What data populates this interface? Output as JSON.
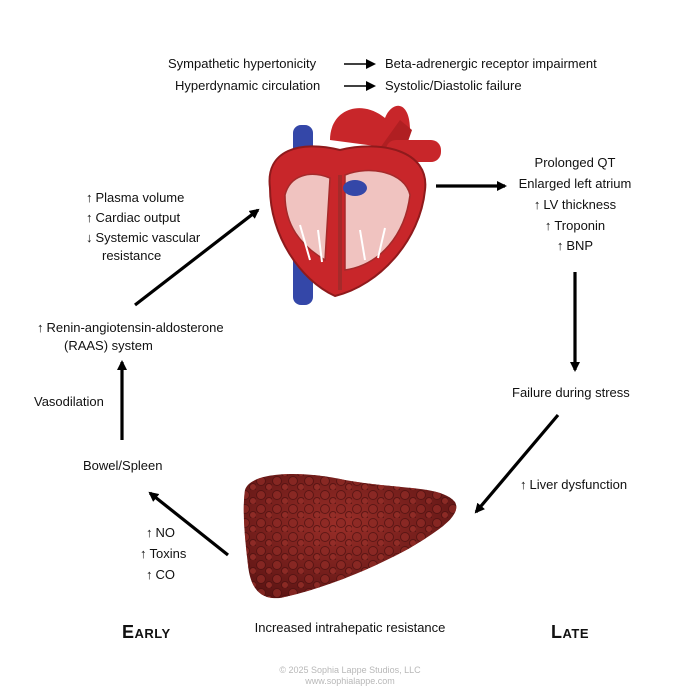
{
  "top": {
    "row1_left": "Sympathetic hypertonicity",
    "row1_right": "Beta-adrenergic receptor impairment",
    "row2_left": "Hyperdynamic circulation",
    "row2_right": "Systolic/Diastolic failure"
  },
  "right_list": [
    "Prolonged QT",
    "Enlarged left atrium",
    "LV thickness",
    "Troponin",
    "BNP"
  ],
  "left_list": [
    "Plasma volume",
    "Cardiac output",
    "Systemic vascular",
    "resistance"
  ],
  "raas": {
    "line1": "Renin-angiotensin-aldosterone",
    "line2": "(RAAS) system"
  },
  "vasodilation": "Vasodilation",
  "bowel": "Bowel/Spleen",
  "mediators": [
    "NO",
    "Toxins",
    "CO"
  ],
  "failure_stress": "Failure during stress",
  "liver_dysfunction": "Liver dysfunction",
  "liver_caption": "Increased intrahepatic resistance",
  "early": "Early",
  "late": "Late",
  "copyright": "© 2025 Sophia Lappe Studios, LLC",
  "website": "www.sophialappe.com",
  "colors": {
    "heart_red": "#c8262a",
    "vessel_blue": "#3447a8",
    "liver": "#7a1e1c"
  }
}
